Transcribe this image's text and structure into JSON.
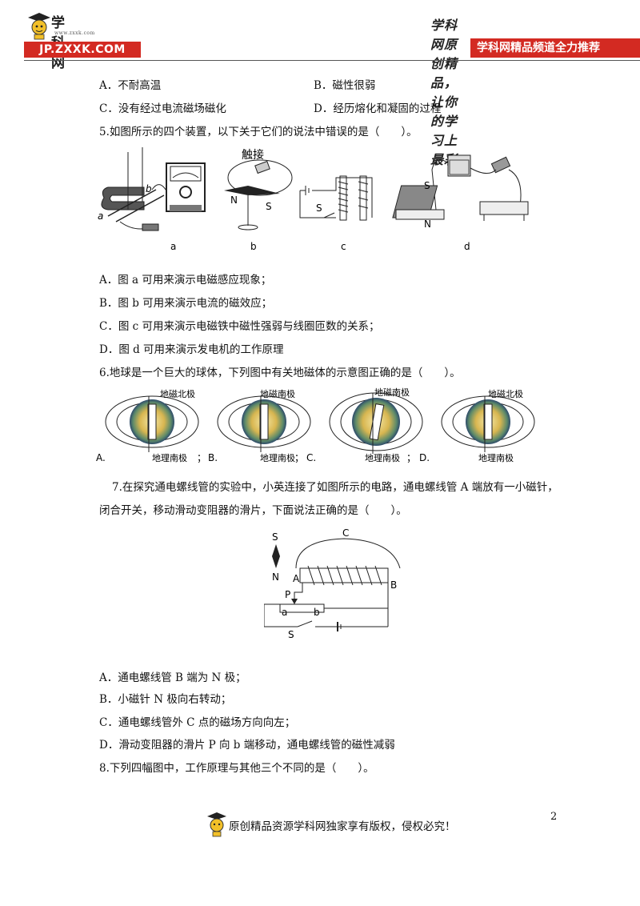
{
  "header": {
    "brand": "学科网",
    "brand_sub": "www.zxxk.com",
    "site": "JP.ZXXK.COM",
    "slogan": "学科网原创精品，让你的学习上最彩",
    "slogan_box": "学科网精品频道全力推荐"
  },
  "q4_options": {
    "a": "A．不耐高温",
    "b": "B．磁性很弱",
    "c": "C．没有经过电流磁场磁化",
    "d": "D．经历熔化和凝固的过程"
  },
  "q5": {
    "stem": "5.如图所示的四个装置，以下关于它们的说法中错误的是（　　）。",
    "fig_labels": {
      "a": "a",
      "b": "b",
      "c": "c",
      "d": "d",
      "touch": "触接",
      "a_pt": "a",
      "b_pt": "b",
      "N": "N",
      "S": "S",
      "S2": "S",
      "N2": "N",
      "S3": "S"
    },
    "options": {
      "a": "A．图 a 可用来演示电磁感应现象；",
      "b": "B．图 b 可用来演示电流的磁效应；",
      "c": "C．图 c 可用来演示电磁铁中磁性强弱与线圈匝数的关系；",
      "d": "D．图 d 可用来演示发电机的工作原理"
    }
  },
  "q6": {
    "stem": "6.地球是一个巨大的球体，下列图中有关地磁体的示意图正确的是（　　）。",
    "figs": [
      {
        "letter": "A.",
        "top": "地磁北极",
        "bottom": "地理南极"
      },
      {
        "letter": "B.",
        "top": "地磁南极",
        "bottom": "地理南极"
      },
      {
        "letter": "C.",
        "top": "地磁南极",
        "bottom": "地理南极"
      },
      {
        "letter": "D.",
        "top": "地磁北极",
        "bottom": "地理南极"
      }
    ],
    "sep": "；"
  },
  "q7": {
    "stem1": "7.在探究通电螺线管的实验中，小英连接了如图所示的电路，通电螺线管 A 端放有一小磁针，",
    "stem2": "闭合开关，移动滑动变阻器的滑片，下面说法正确的是（　　）。",
    "fig_labels": {
      "C": "C",
      "S_top": "S",
      "N": "N",
      "A": "A",
      "B": "B",
      "P": "P",
      "a": "a",
      "b": "b",
      "S_sw": "S"
    },
    "options": {
      "a": "A．通电螺线管 B 端为 N 极；",
      "b": "B．小磁针 N 极向右转动；",
      "c": "C．通电螺线管外 C 点的磁场方向向左；",
      "d": "D．滑动变阻器的滑片 P 向 b 端移动，通电螺线管的磁性减弱"
    }
  },
  "q8": {
    "stem": "8.下列四幅图中，工作原理与其他三个不同的是（　　）。"
  },
  "page_number": "2",
  "footer": "原创精品资源学科网独家享有版权，侵权必究！"
}
